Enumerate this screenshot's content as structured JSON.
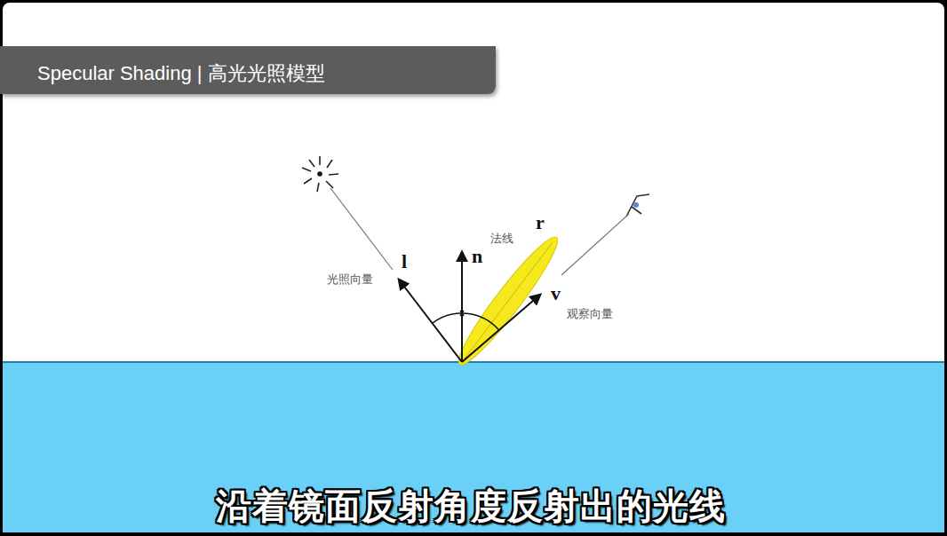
{
  "diagram": {
    "title": "Specular Shading | 高光光照模型",
    "caption": "沿着镜面反射角度反射出的光线",
    "labels": [
      "r",
      "法线",
      "n",
      "l",
      "光照向量",
      "v",
      "观察向量"
    ]
  }
}
